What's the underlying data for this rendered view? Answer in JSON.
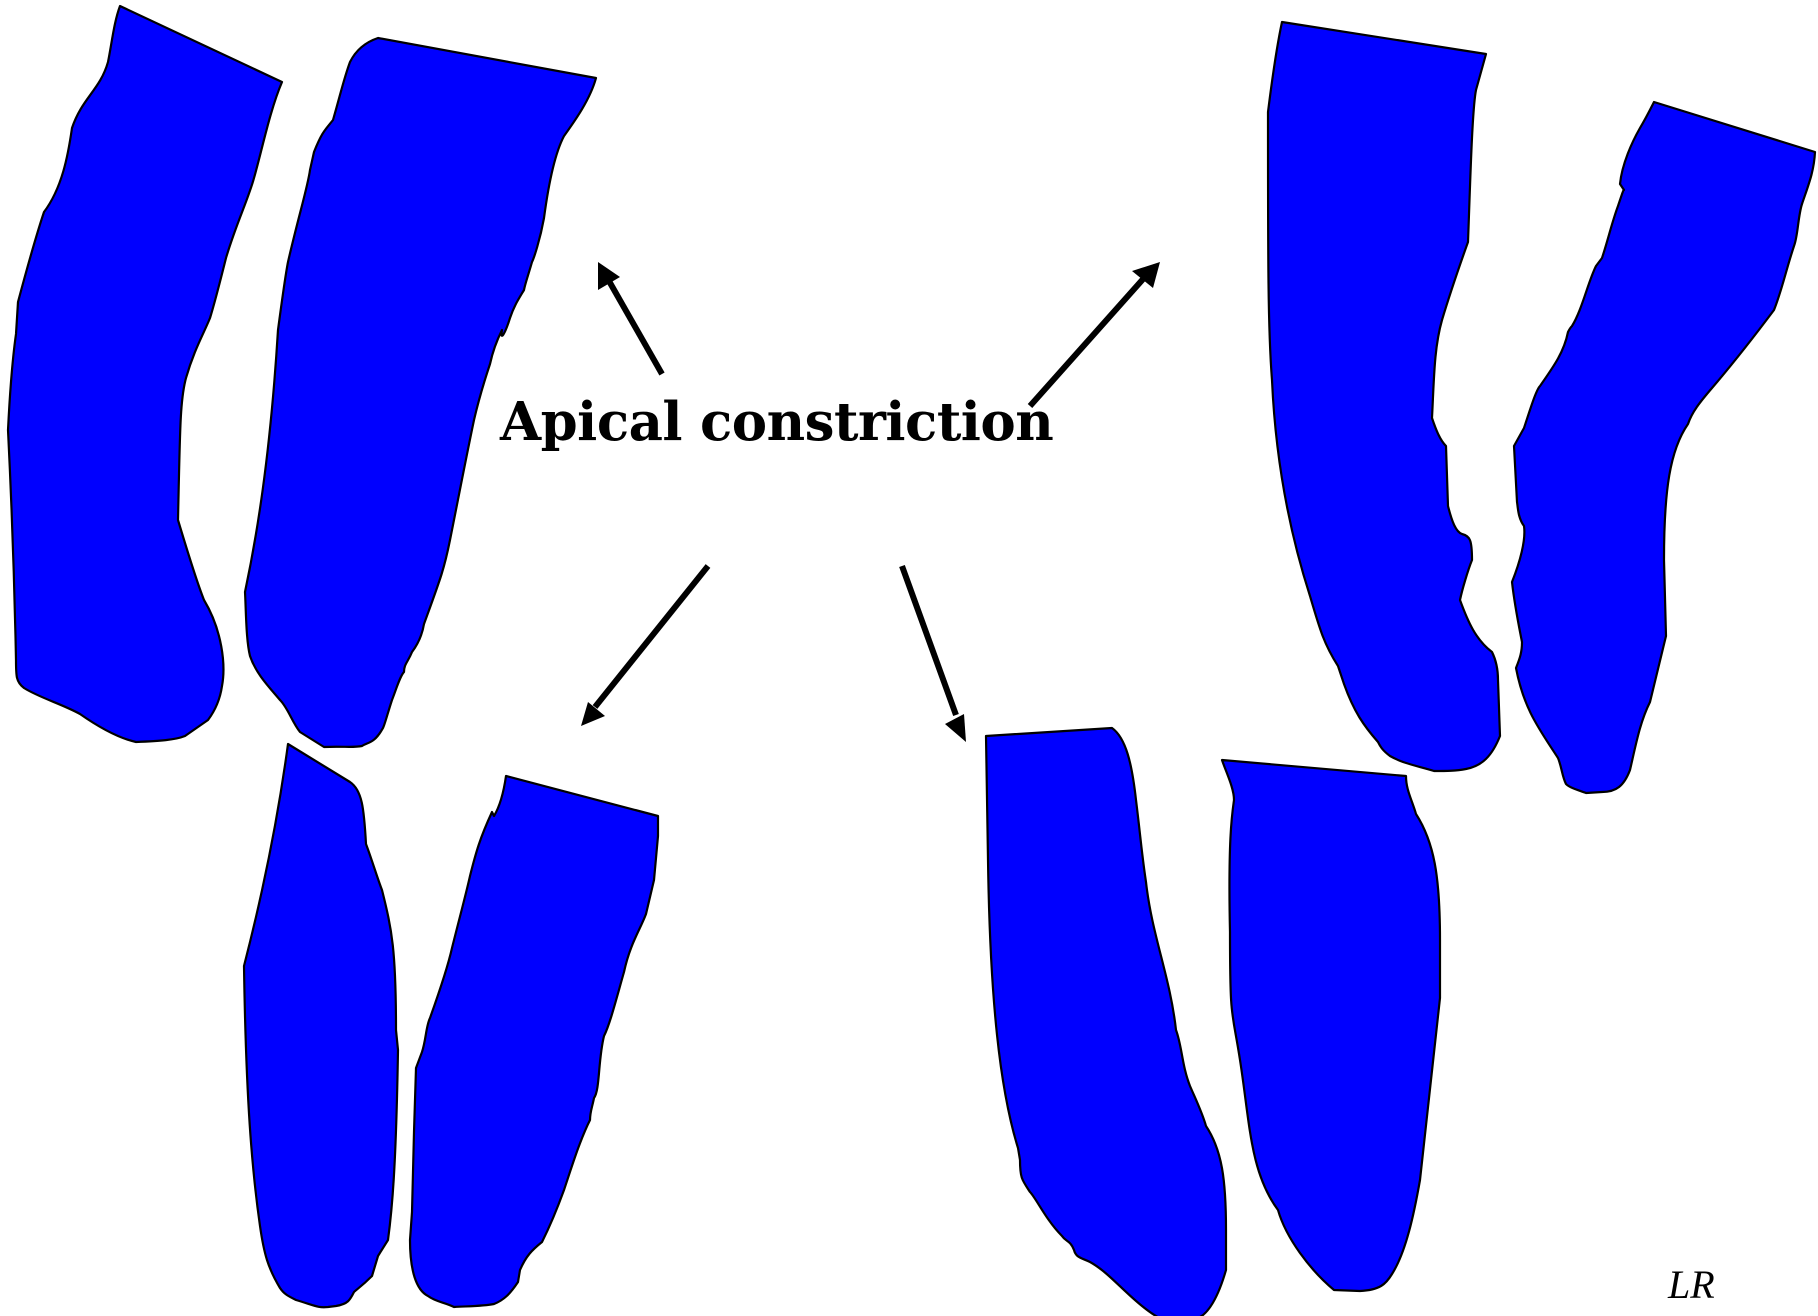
{
  "title": "Apical constriction",
  "signature": "LR",
  "colors": {
    "cell_fill": "#0000FF",
    "outline": "#000000",
    "background": "#FFFFFF"
  },
  "panels": [
    {
      "name": "top-left",
      "cell_count": 2
    },
    {
      "name": "top-right",
      "cell_count": 2
    },
    {
      "name": "bottom-left",
      "cell_count": 2
    },
    {
      "name": "bottom-right",
      "cell_count": 2
    }
  ],
  "arrows": [
    {
      "from": "title",
      "to": "top-left"
    },
    {
      "from": "title",
      "to": "top-right"
    },
    {
      "from": "title",
      "to": "bottom-left"
    },
    {
      "from": "title",
      "to": "bottom-right"
    }
  ]
}
